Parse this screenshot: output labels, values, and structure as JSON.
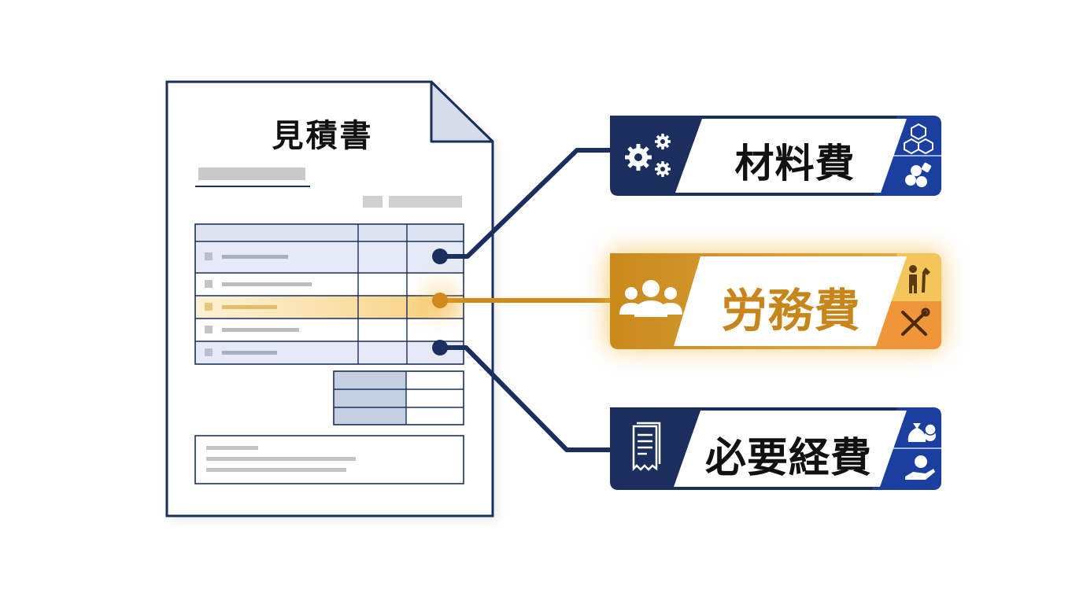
{
  "document": {
    "title": "見積書"
  },
  "categories": [
    {
      "label": "材料費",
      "main_icon": "gears-icon",
      "side_icons": [
        "boxes-icon",
        "materials-icon"
      ],
      "highlighted": false,
      "colors": {
        "frame": "#1b2f5e",
        "text": "#111111"
      }
    },
    {
      "label": "労務費",
      "main_icon": "people-icon",
      "side_icons": [
        "worker-icon",
        "tools-icon"
      ],
      "highlighted": true,
      "colors": {
        "frame": "#d39a25",
        "text": "#c7851a",
        "glow": "#f4b63d"
      }
    },
    {
      "label": "必要経費",
      "main_icon": "receipt-icon",
      "side_icons": [
        "money-bag-icon",
        "hand-money-icon"
      ],
      "highlighted": false,
      "colors": {
        "frame": "#1b2f5e",
        "text": "#111111"
      }
    }
  ],
  "colors": {
    "navy": "#1b2f5e",
    "accent_blue": "#1a3f9e",
    "gold": "#d39a25",
    "orange": "#f0963a"
  }
}
